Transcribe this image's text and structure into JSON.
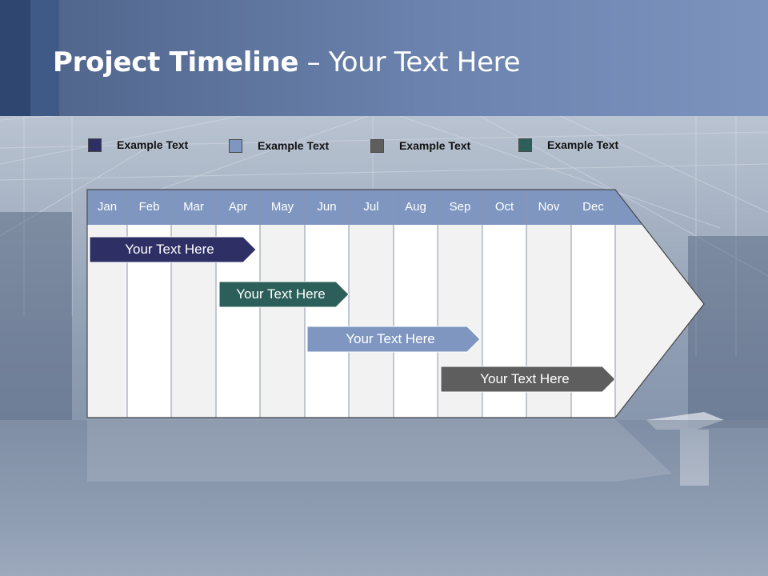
{
  "slide": {
    "title_bold": "Project Timeline",
    "title_rest": " – Your Text Here"
  },
  "legend": [
    {
      "label": "Example Text",
      "color": "#2e2f64"
    },
    {
      "label": "Example Text",
      "color": "#7f97c0"
    },
    {
      "label": "Example Text",
      "color": "#5e5e5e"
    },
    {
      "label": "Example Text",
      "color": "#2d5f5a"
    }
  ],
  "timeline": {
    "months": [
      "Jan",
      "Feb",
      "Mar",
      "Apr",
      "May",
      "Jun",
      "Jul",
      "Aug",
      "Sep",
      "Oct",
      "Nov",
      "Dec"
    ],
    "bars": [
      {
        "label": "Your  Text Here",
        "color": "#2e2f64"
      },
      {
        "label": "Your  Text Here",
        "color": "#2d5f5a"
      },
      {
        "label": "Your  Text Here",
        "color": "#7f97c0"
      },
      {
        "label": "Your  Text Here",
        "color": "#5e5e5e"
      }
    ],
    "header_color": "#7f97c0",
    "column_light": "#f2f2f2",
    "column_white": "#ffffff"
  }
}
